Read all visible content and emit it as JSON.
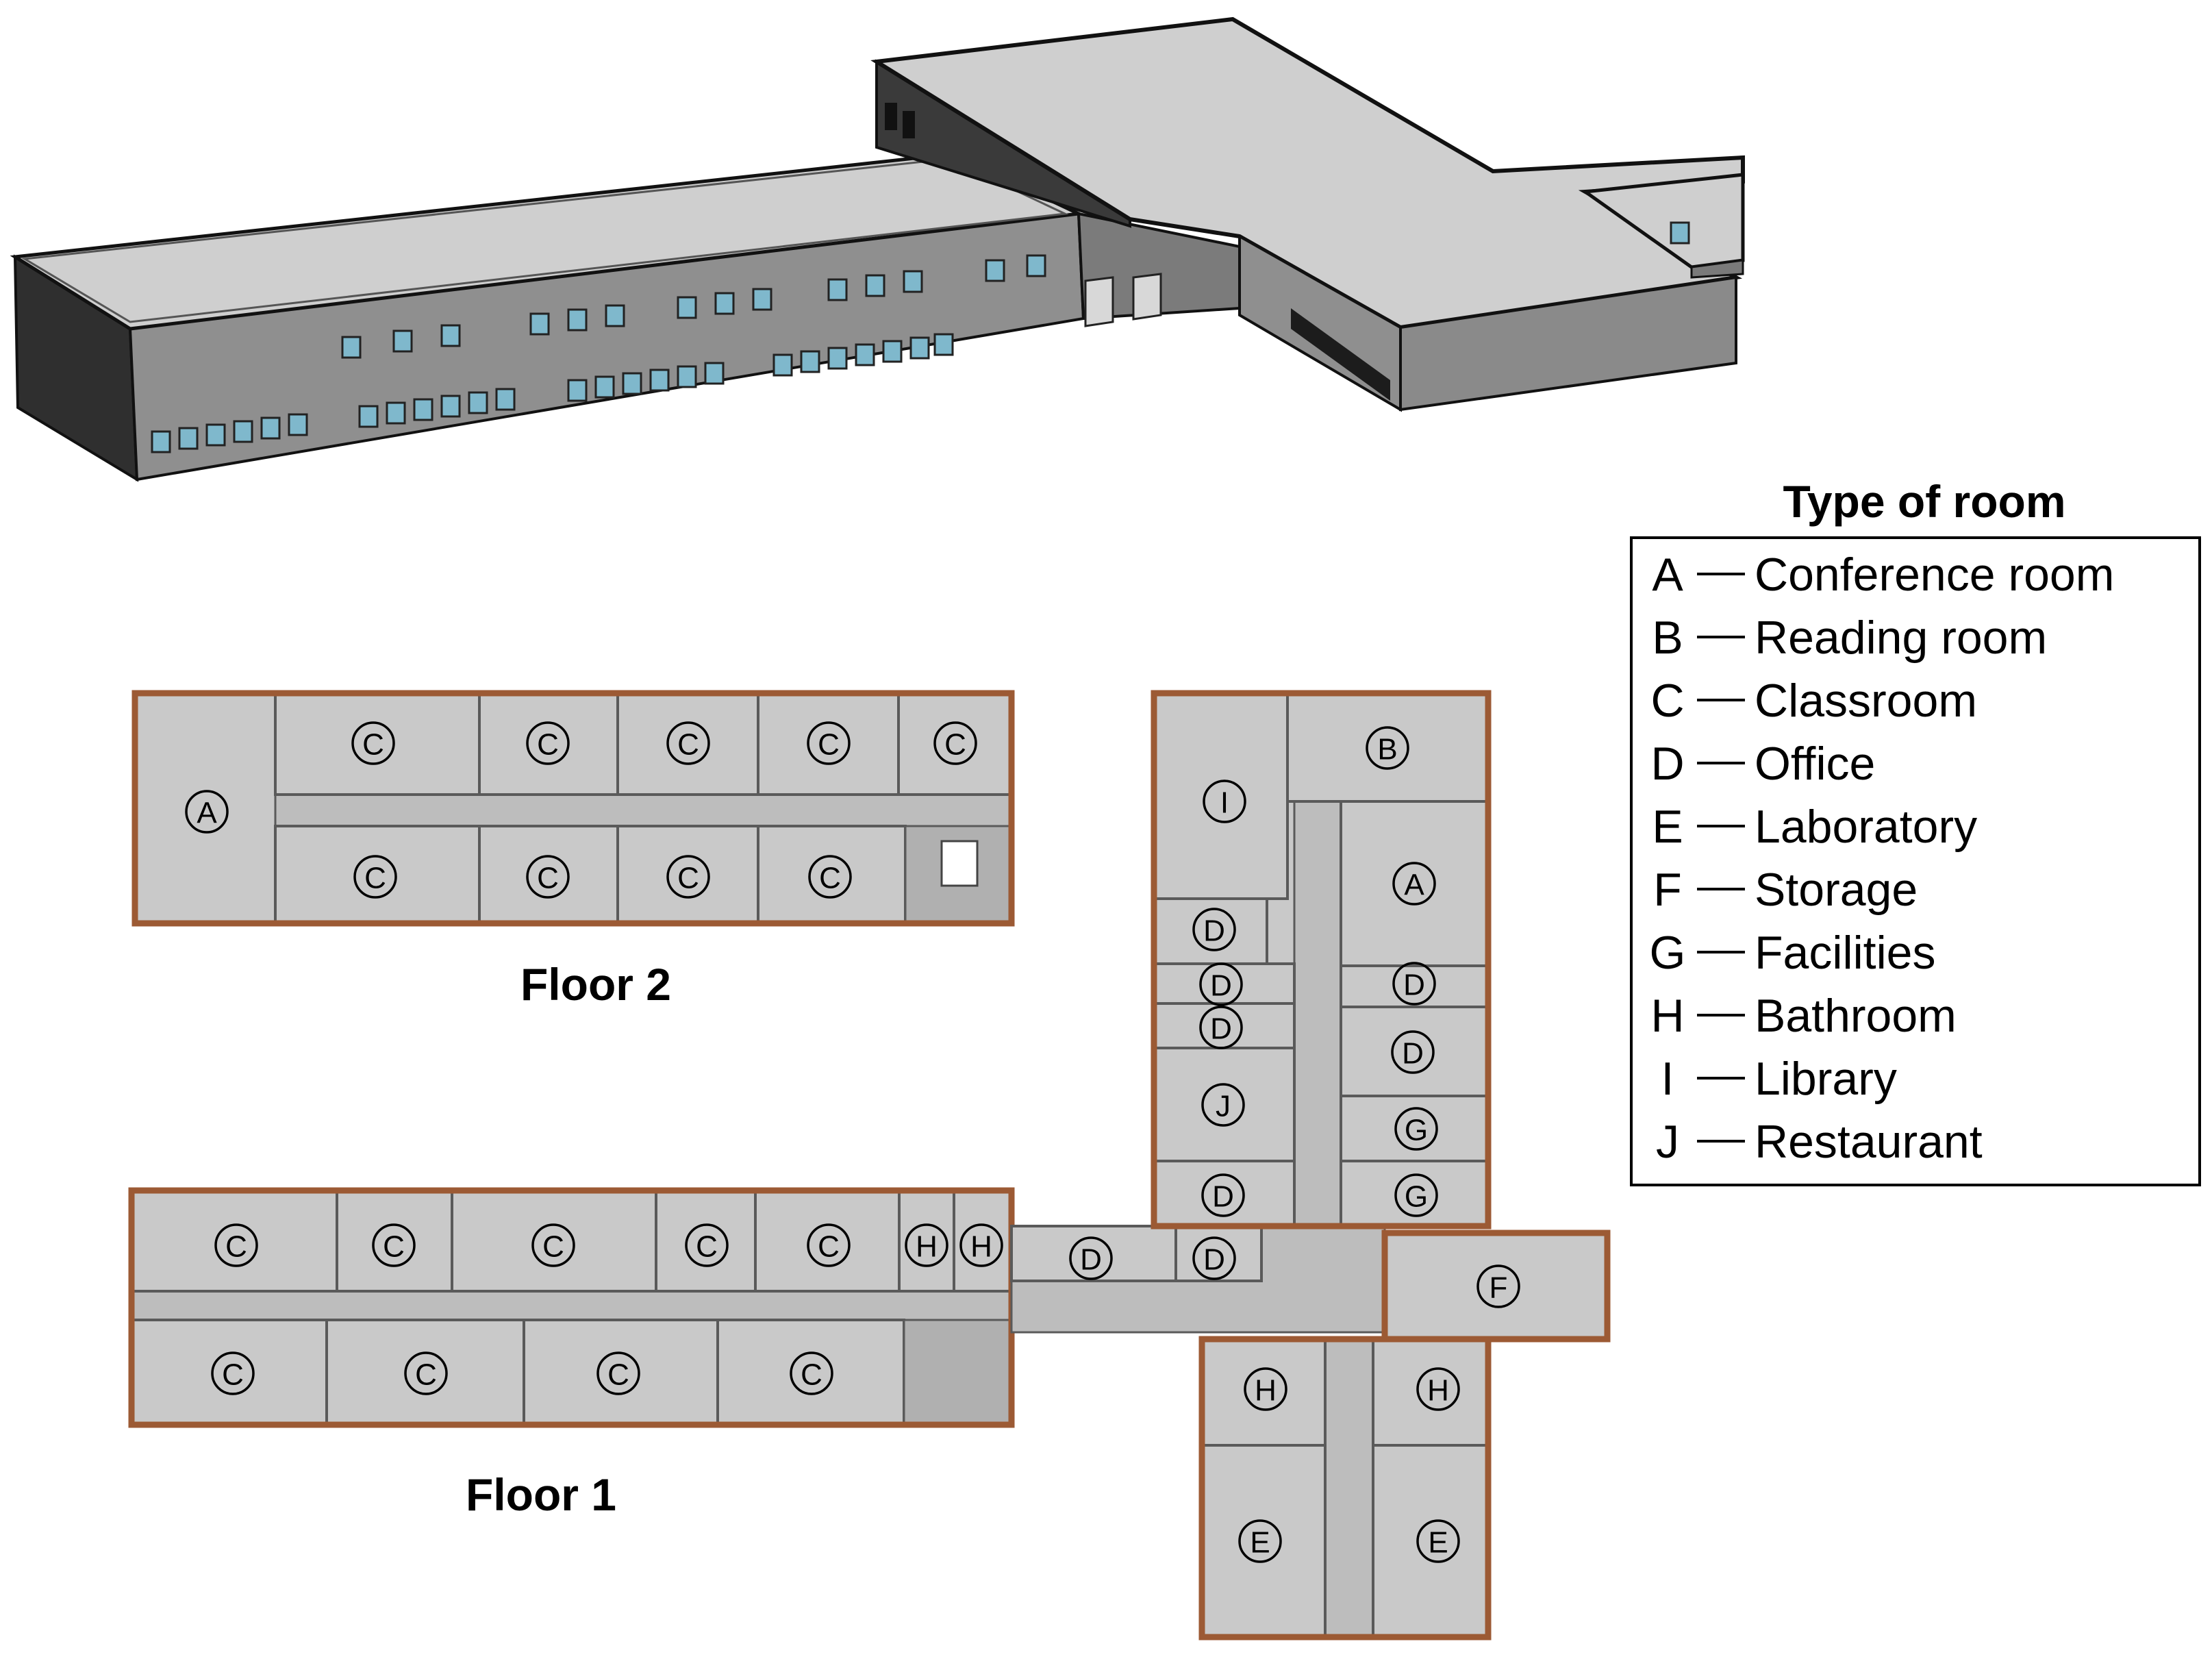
{
  "floors": {
    "floor2_label": "Floor 2",
    "floor1_label": "Floor 1"
  },
  "legend": {
    "title": "Type of room",
    "items": [
      {
        "code": "A",
        "name": "Conference room"
      },
      {
        "code": "B",
        "name": "Reading room"
      },
      {
        "code": "C",
        "name": "Classroom"
      },
      {
        "code": "D",
        "name": "Office"
      },
      {
        "code": "E",
        "name": "Laboratory"
      },
      {
        "code": "F",
        "name": "Storage"
      },
      {
        "code": "G",
        "name": "Facilities"
      },
      {
        "code": "H",
        "name": "Bathroom"
      },
      {
        "code": "I",
        "name": "Library"
      },
      {
        "code": "J",
        "name": "Restaurant"
      }
    ]
  },
  "rooms": {
    "floor2": [
      "A",
      "C",
      "C",
      "C",
      "C",
      "C",
      "C",
      "C",
      "C",
      "C"
    ],
    "floor1_west": [
      "C",
      "C",
      "C",
      "C",
      "C",
      "H",
      "H",
      "C",
      "C",
      "C",
      "C"
    ],
    "floor1_link": [
      "D",
      "D"
    ],
    "floor1_north": [
      "I",
      "B",
      "A",
      "D",
      "D",
      "D",
      "D",
      "D",
      "J",
      "G",
      "D",
      "G"
    ],
    "floor1_east": [
      "F"
    ],
    "floor1_south": [
      "H",
      "H",
      "E",
      "E"
    ]
  },
  "colors": {
    "room_fill": "#c9c9c9",
    "outer_wall": "#9c5a34",
    "window": "#7fb8cc",
    "roof": "#cfcfcf",
    "facade": "#8f8f8f"
  }
}
